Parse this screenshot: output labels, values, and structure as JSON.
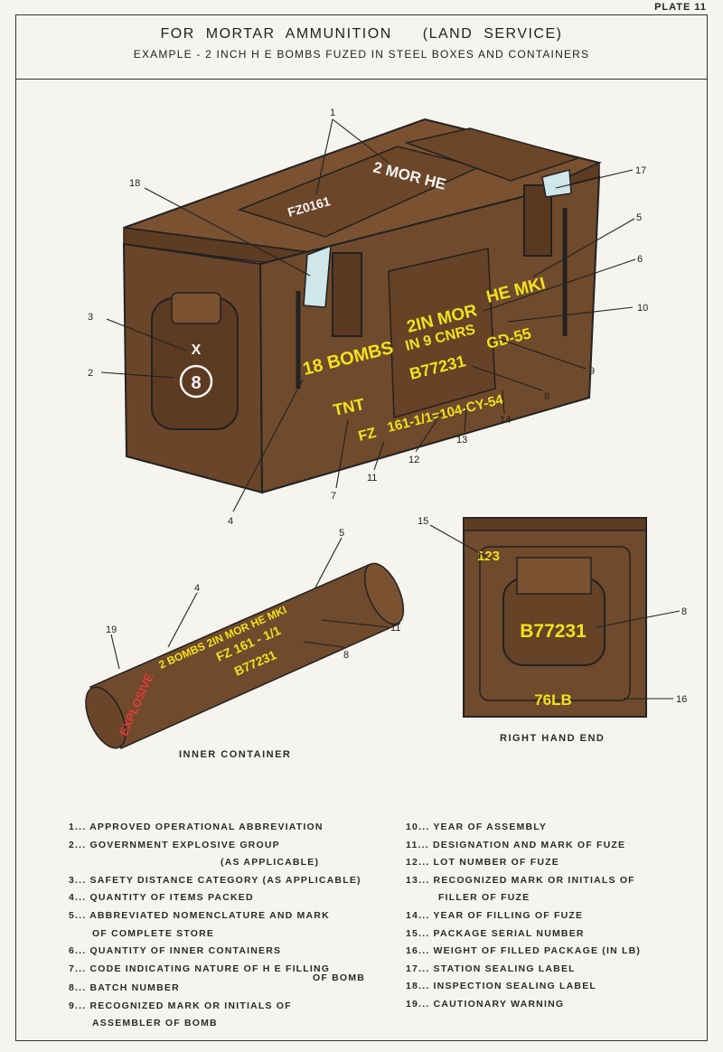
{
  "plate": "PLATE 11",
  "title_left": "FOR MORTAR AMMUNITION",
  "title_right": "(LAND SERVICE)",
  "subtitle": "EXAMPLE - 2 INCH H E BOMBS FUZED IN STEEL BOXES AND CONTAINERS",
  "colors": {
    "box": "#6f4a2c",
    "box_dark": "#553620",
    "box_light": "#8a5e3a",
    "marking": "#f2e21c",
    "warning": "#e23a3a",
    "line": "#222222"
  },
  "box_markings": {
    "lid_upper": "2 MOR HE",
    "lid_lower": "FZ0161",
    "side_x": "X",
    "side_group": "8",
    "bombs": "18 BOMBS",
    "nomenclature_1": "2IN MOR",
    "nomenclature_2": "HE MKI",
    "containers": "IN 9 CNRS",
    "batch": "B77231",
    "year_assembly": "GD-55",
    "filling": "TNT",
    "fuze_1": "FZ",
    "fuze_2": "161-1/1=104-CY-54"
  },
  "container_markings": {
    "line1": "2 BOMBS 2IN MOR HE MKI",
    "line2": "FZ 161 - 1/1",
    "line3": "B77231",
    "warning": "EXPLOSIVE"
  },
  "end_markings": {
    "serial": "123",
    "batch": "B77231",
    "weight": "76LB"
  },
  "callouts": [
    "1",
    "18",
    "17",
    "5",
    "6",
    "10",
    "3",
    "2",
    "9",
    "8",
    "14",
    "13",
    "12",
    "11",
    "7",
    "4",
    "15",
    "5",
    "4",
    "19",
    "11",
    "8",
    "8",
    "16"
  ],
  "captions": {
    "inner_container": "INNER CONTAINER",
    "right_hand_end": "RIGHT HAND END"
  },
  "legend_left": [
    "1... APPROVED OPERATIONAL ABBREVIATION",
    "2... GOVERNMENT EXPLOSIVE GROUP",
    "(AS APPLICABLE)",
    "3... SAFETY DISTANCE CATEGORY (AS APPLICABLE)",
    "4... QUANTITY OF ITEMS PACKED",
    "5... ABBREVIATED NOMENCLATURE AND MARK",
    "OF COMPLETE STORE",
    "6... QUANTITY OF INNER CONTAINERS",
    "7... CODE INDICATING NATURE OF H E FILLING",
    "OF BOMB",
    "8... BATCH NUMBER",
    "9... RECOGNIZED MARK OR INITIALS OF",
    "ASSEMBLER OF BOMB"
  ],
  "legend_right": [
    "10... YEAR OF ASSEMBLY",
    "11... DESIGNATION AND MARK OF FUZE",
    "12... LOT NUMBER OF FUZE",
    "13... RECOGNIZED MARK OR INITIALS OF",
    "FILLER OF FUZE",
    "14... YEAR OF FILLING OF FUZE",
    "15... PACKAGE SERIAL NUMBER",
    "16... WEIGHT OF FILLED PACKAGE (IN LB)",
    "17... STATION SEALING LABEL",
    "18... INSPECTION SEALING LABEL",
    "19... CAUTIONARY WARNING"
  ]
}
